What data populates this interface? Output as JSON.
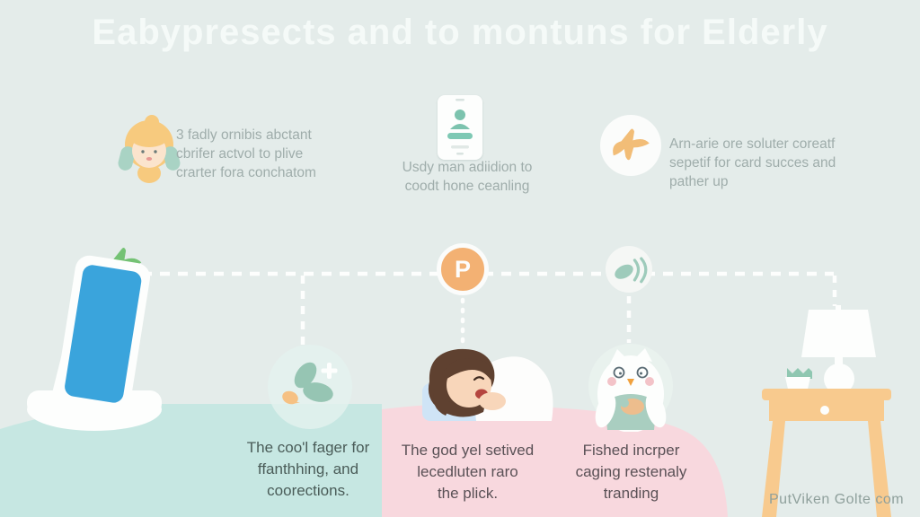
{
  "title": "Eabypresects and to montuns for Elderly",
  "top_features": [
    {
      "icon": "elderly-face-icon",
      "lines": [
        "3 fadly ornibis abctant",
        "cbrifer actvol to plive",
        "crarter fora conchatom"
      ]
    },
    {
      "icon": "phone-app-icon",
      "lines": [
        "Usdy man adiidion to",
        "coodt hone ceanling"
      ]
    },
    {
      "icon": "orange-bird-icon",
      "lines": [
        "Arn-arie ore soluter coreatf",
        "sepetif for card succes and",
        "pather up"
      ]
    }
  ],
  "timeline": {
    "p_label": "P",
    "icons": [
      "green-bird-icon",
      "parking-p-icon",
      "leaf-signal-icon",
      "leaves-plus-icon"
    ]
  },
  "captions": [
    {
      "lines": [
        "The coo'l fager for",
        "ffanthhing, and",
        "coorections."
      ]
    },
    {
      "lines": [
        "The god yel setived",
        "lecedluten raro",
        "the plick."
      ]
    },
    {
      "lines": [
        "Fished incrper",
        "caging restenaly",
        "tranding"
      ]
    }
  ],
  "watermark": "PutViken Golte com",
  "illustrations": [
    "monitor-stand",
    "sleeping-person",
    "owl-cat-character",
    "side-table-with-lamp-and-plant"
  ],
  "colors": {
    "background": "#e4ecea",
    "teal_band": "#c6e7e2",
    "pink_blob": "#f8d8de",
    "screen_blue": "#3aa4dc",
    "accent_orange": "#f3b173",
    "accent_green": "#74c274",
    "accent_teal": "#9ecbbb",
    "table_wood": "#f8ca8e",
    "title_text": "#f5faf8",
    "body_text": "#9fadab",
    "caption_text": "#4a5c58"
  }
}
